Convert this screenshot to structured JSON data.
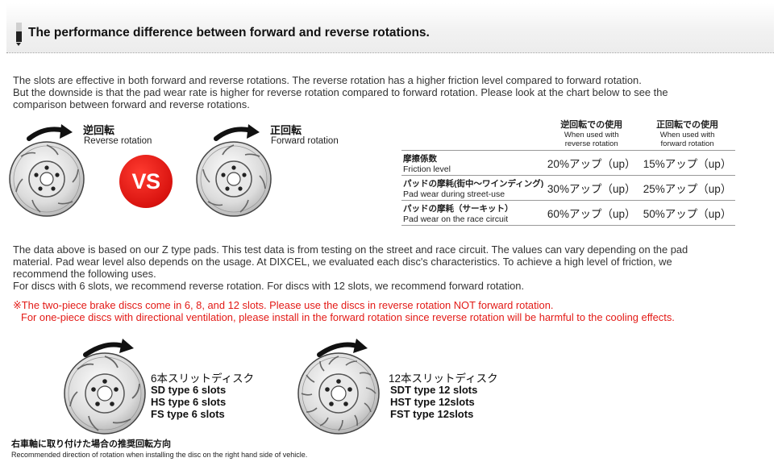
{
  "header": {
    "title": "The performance difference between forward and reverse rotations."
  },
  "intro": {
    "line1": "The slots are effective in both forward and reverse rotations. The reverse rotation has a higher friction level compared to forward rotation.",
    "line2": "But the downside is that the pad wear rate is higher for reverse rotation compared to forward rotation. Please look at the chart below to see the",
    "line3": "comparison between forward and reverse rotations."
  },
  "rotations": {
    "reverse": {
      "jp": "逆回転",
      "en": "Reverse rotation"
    },
    "forward": {
      "jp": "正回転",
      "en": "Forward rotation"
    },
    "vs_label": "VS"
  },
  "comparison_table": {
    "columns": [
      {
        "jp": "逆回転での使用",
        "en_line1": "When used with",
        "en_line2": "reverse rotation"
      },
      {
        "jp": "正回転での使用",
        "en_line1": "When used with",
        "en_line2": "forward rotation"
      }
    ],
    "rows": [
      {
        "jp": "摩擦係数",
        "en": "Friction level",
        "reverse": "20%アップ（up）",
        "forward": "15%アップ（up）"
      },
      {
        "jp": "パッドの摩耗(街中〜ワインディング)",
        "en": "Pad wear during street-use",
        "reverse": "30%アップ（up）",
        "forward": "25%アップ（up）"
      },
      {
        "jp": "パッドの摩耗（サーキット）",
        "en": "Pad wear on the race circuit",
        "reverse": "60%アップ（up）",
        "forward": "50%アップ（up）"
      }
    ]
  },
  "notes": {
    "line1": "The data above is based on our Z type pads. This test data is from testing on the street and race circuit. The values can vary depending on the pad",
    "line2": "material. Pad wear level also depends on the usage. At DIXCEL, we evaluated each disc's characteristics. To achieve a high level of friction, we",
    "line3": "recommend the following uses.",
    "line4": "For discs with 6 slots, we recommend reverse rotation. For discs with 12 slots, we recommend forward rotation."
  },
  "warning": {
    "line1": "※The two-piece brake discs come in 6, 8, and 12 slots. Please use the discs in reverse rotation NOT forward rotation.",
    "line2": "For one-piece discs with directional ventilation, please install in the forward rotation since reverse rotation will be harmful to the cooling effects.",
    "color": "#e31a16"
  },
  "slot_discs": {
    "six": {
      "jp": "6本スリットディスク",
      "items": [
        "SD type 6 slots",
        "HS type 6 slots",
        "FS type 6 slots"
      ]
    },
    "twelve": {
      "jp": "12本スリットディスク",
      "items": [
        "SDT type 12 slots",
        "HST type 12slots",
        "FST type 12slots"
      ]
    }
  },
  "footer": {
    "jp": "右車軸に取り付けた場合の推奨回転方向",
    "en": "Recommended direction of rotation when installing the disc on the right hand side of vehicle."
  }
}
